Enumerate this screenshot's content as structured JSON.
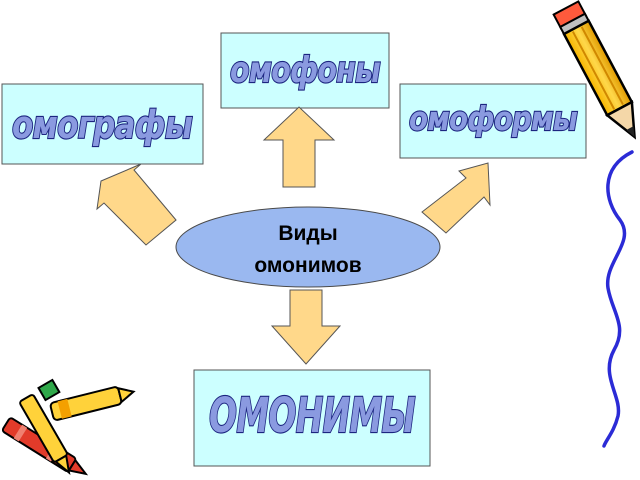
{
  "diagram": {
    "center": {
      "line1": "Виды",
      "line2": "омонимов"
    },
    "nodes": {
      "left": "омографы",
      "top": "омофоны",
      "right": "омоформы",
      "bottom": "ОМОНИМЫ"
    }
  },
  "colors": {
    "box_fill": "#ccffff",
    "center_fill": "#9ab8f0",
    "arrow_fill": "#ffd88a",
    "wordart_fill": "#8a9ae0",
    "wordart_outline": "#1c2580",
    "squiggle": "#2b2bd6"
  },
  "decorations": {
    "top_right": "pencil-icon",
    "bottom_left": "crayons-icon",
    "right_edge": "squiggle-line"
  }
}
